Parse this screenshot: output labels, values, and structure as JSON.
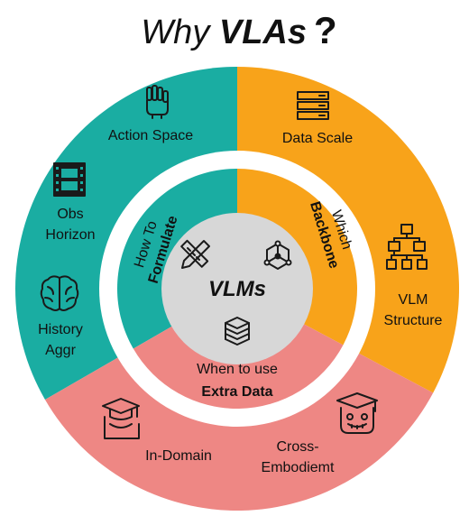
{
  "title": {
    "prefix": "Why ",
    "emphasis": "VLAs",
    "mark": "?"
  },
  "colors": {
    "teal": "#1AADA2",
    "orange": "#F8A31A",
    "pink": "#EE8784",
    "center": "#D7D7D7",
    "text": "#111111"
  },
  "center": {
    "label": "VLMs"
  },
  "inner": {
    "formulate": {
      "line1": "How To",
      "line2": "Formulate"
    },
    "backbone": {
      "line1": "Which",
      "line2": "Backbone"
    },
    "extra": {
      "line1": "When to use",
      "line2": "Extra Data"
    }
  },
  "outer": {
    "action_space": "Action Space",
    "obs_horizon": {
      "line1": "Obs",
      "line2": "Horizon"
    },
    "history_aggr": {
      "line1": "History",
      "line2": "Aggr"
    },
    "data_scale": "Data Scale",
    "vlm_structure": {
      "line1": "VLM",
      "line2": "Structure"
    },
    "in_domain": "In-Domain",
    "cross_embodiment": {
      "line1": "Cross-",
      "line2": "Embodiemt"
    }
  },
  "icons": {
    "action_space": "robot-hand-icon",
    "obs_horizon": "film-strip-icon",
    "history_aggr": "brain-icon",
    "data_scale": "server-stack-icon",
    "vlm_structure": "hierarchy-icon",
    "in_domain": "graduation-cap-icon",
    "cross_embodiment": "robot-graduate-icon",
    "formulate": "pencil-ruler-icon",
    "backbone": "network-cube-icon",
    "extra": "database-stack-icon"
  }
}
